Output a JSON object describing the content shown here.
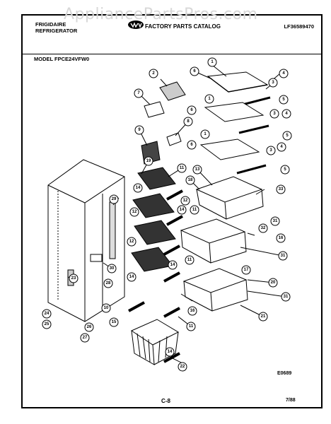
{
  "watermark": "AppliancePartsPros.com",
  "header": {
    "brand_line1": "FRIGIDAIRE",
    "brand_line2": "REFRIGERATOR",
    "catalog_title": "FACTORY PARTS CATALOG",
    "part_number": "LF36589470",
    "model": "MODEL FPCE24VFW0"
  },
  "footer": {
    "diagram_code": "E0689",
    "page_label": "C-8",
    "date": "7/88"
  },
  "callouts": [
    "1",
    "2",
    "3",
    "4",
    "5",
    "6",
    "7",
    "8",
    "9",
    "10",
    "11",
    "12",
    "13",
    "14",
    "15",
    "16",
    "17",
    "18",
    "19",
    "20",
    "21",
    "22",
    "23",
    "24",
    "25",
    "26",
    "27",
    "28",
    "29",
    "30",
    "31",
    "32",
    "33"
  ]
}
